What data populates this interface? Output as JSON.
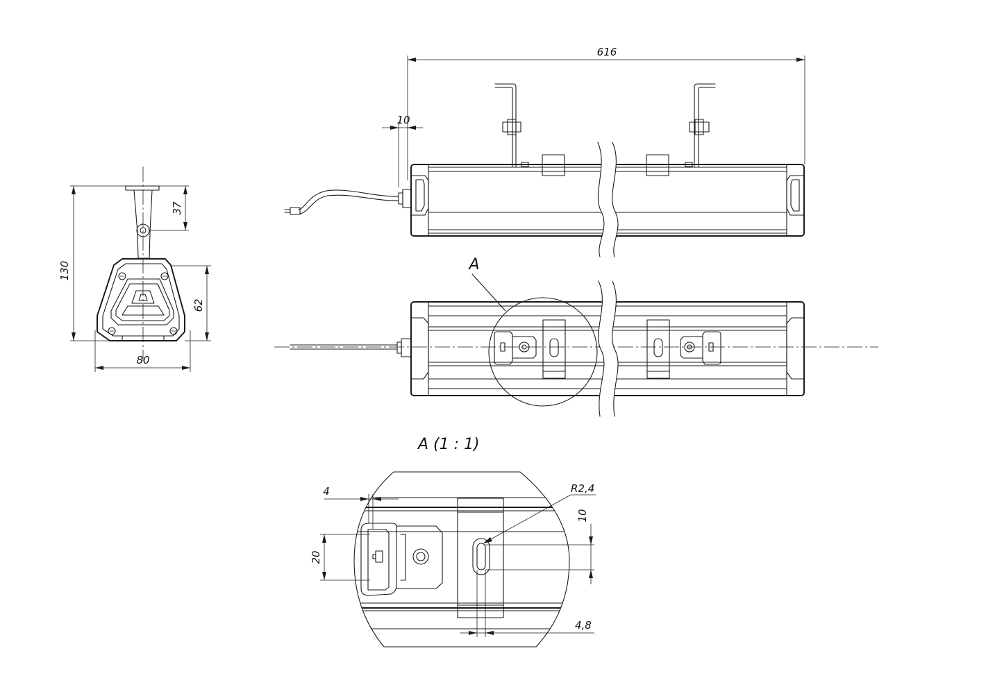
{
  "dimensions": {
    "overall_length": "616",
    "cable_gland_offset": "10",
    "bracket_height": "37",
    "overall_height": "130",
    "body_height": "62",
    "body_width": "80",
    "detail_offset": "4",
    "detail_slot_pitch": "10",
    "detail_height": "20",
    "detail_slot_radius": "R2,4",
    "detail_slot_width": "4,8"
  },
  "labels": {
    "detail_callout": "А",
    "detail_title": "А (1 : 1)"
  }
}
